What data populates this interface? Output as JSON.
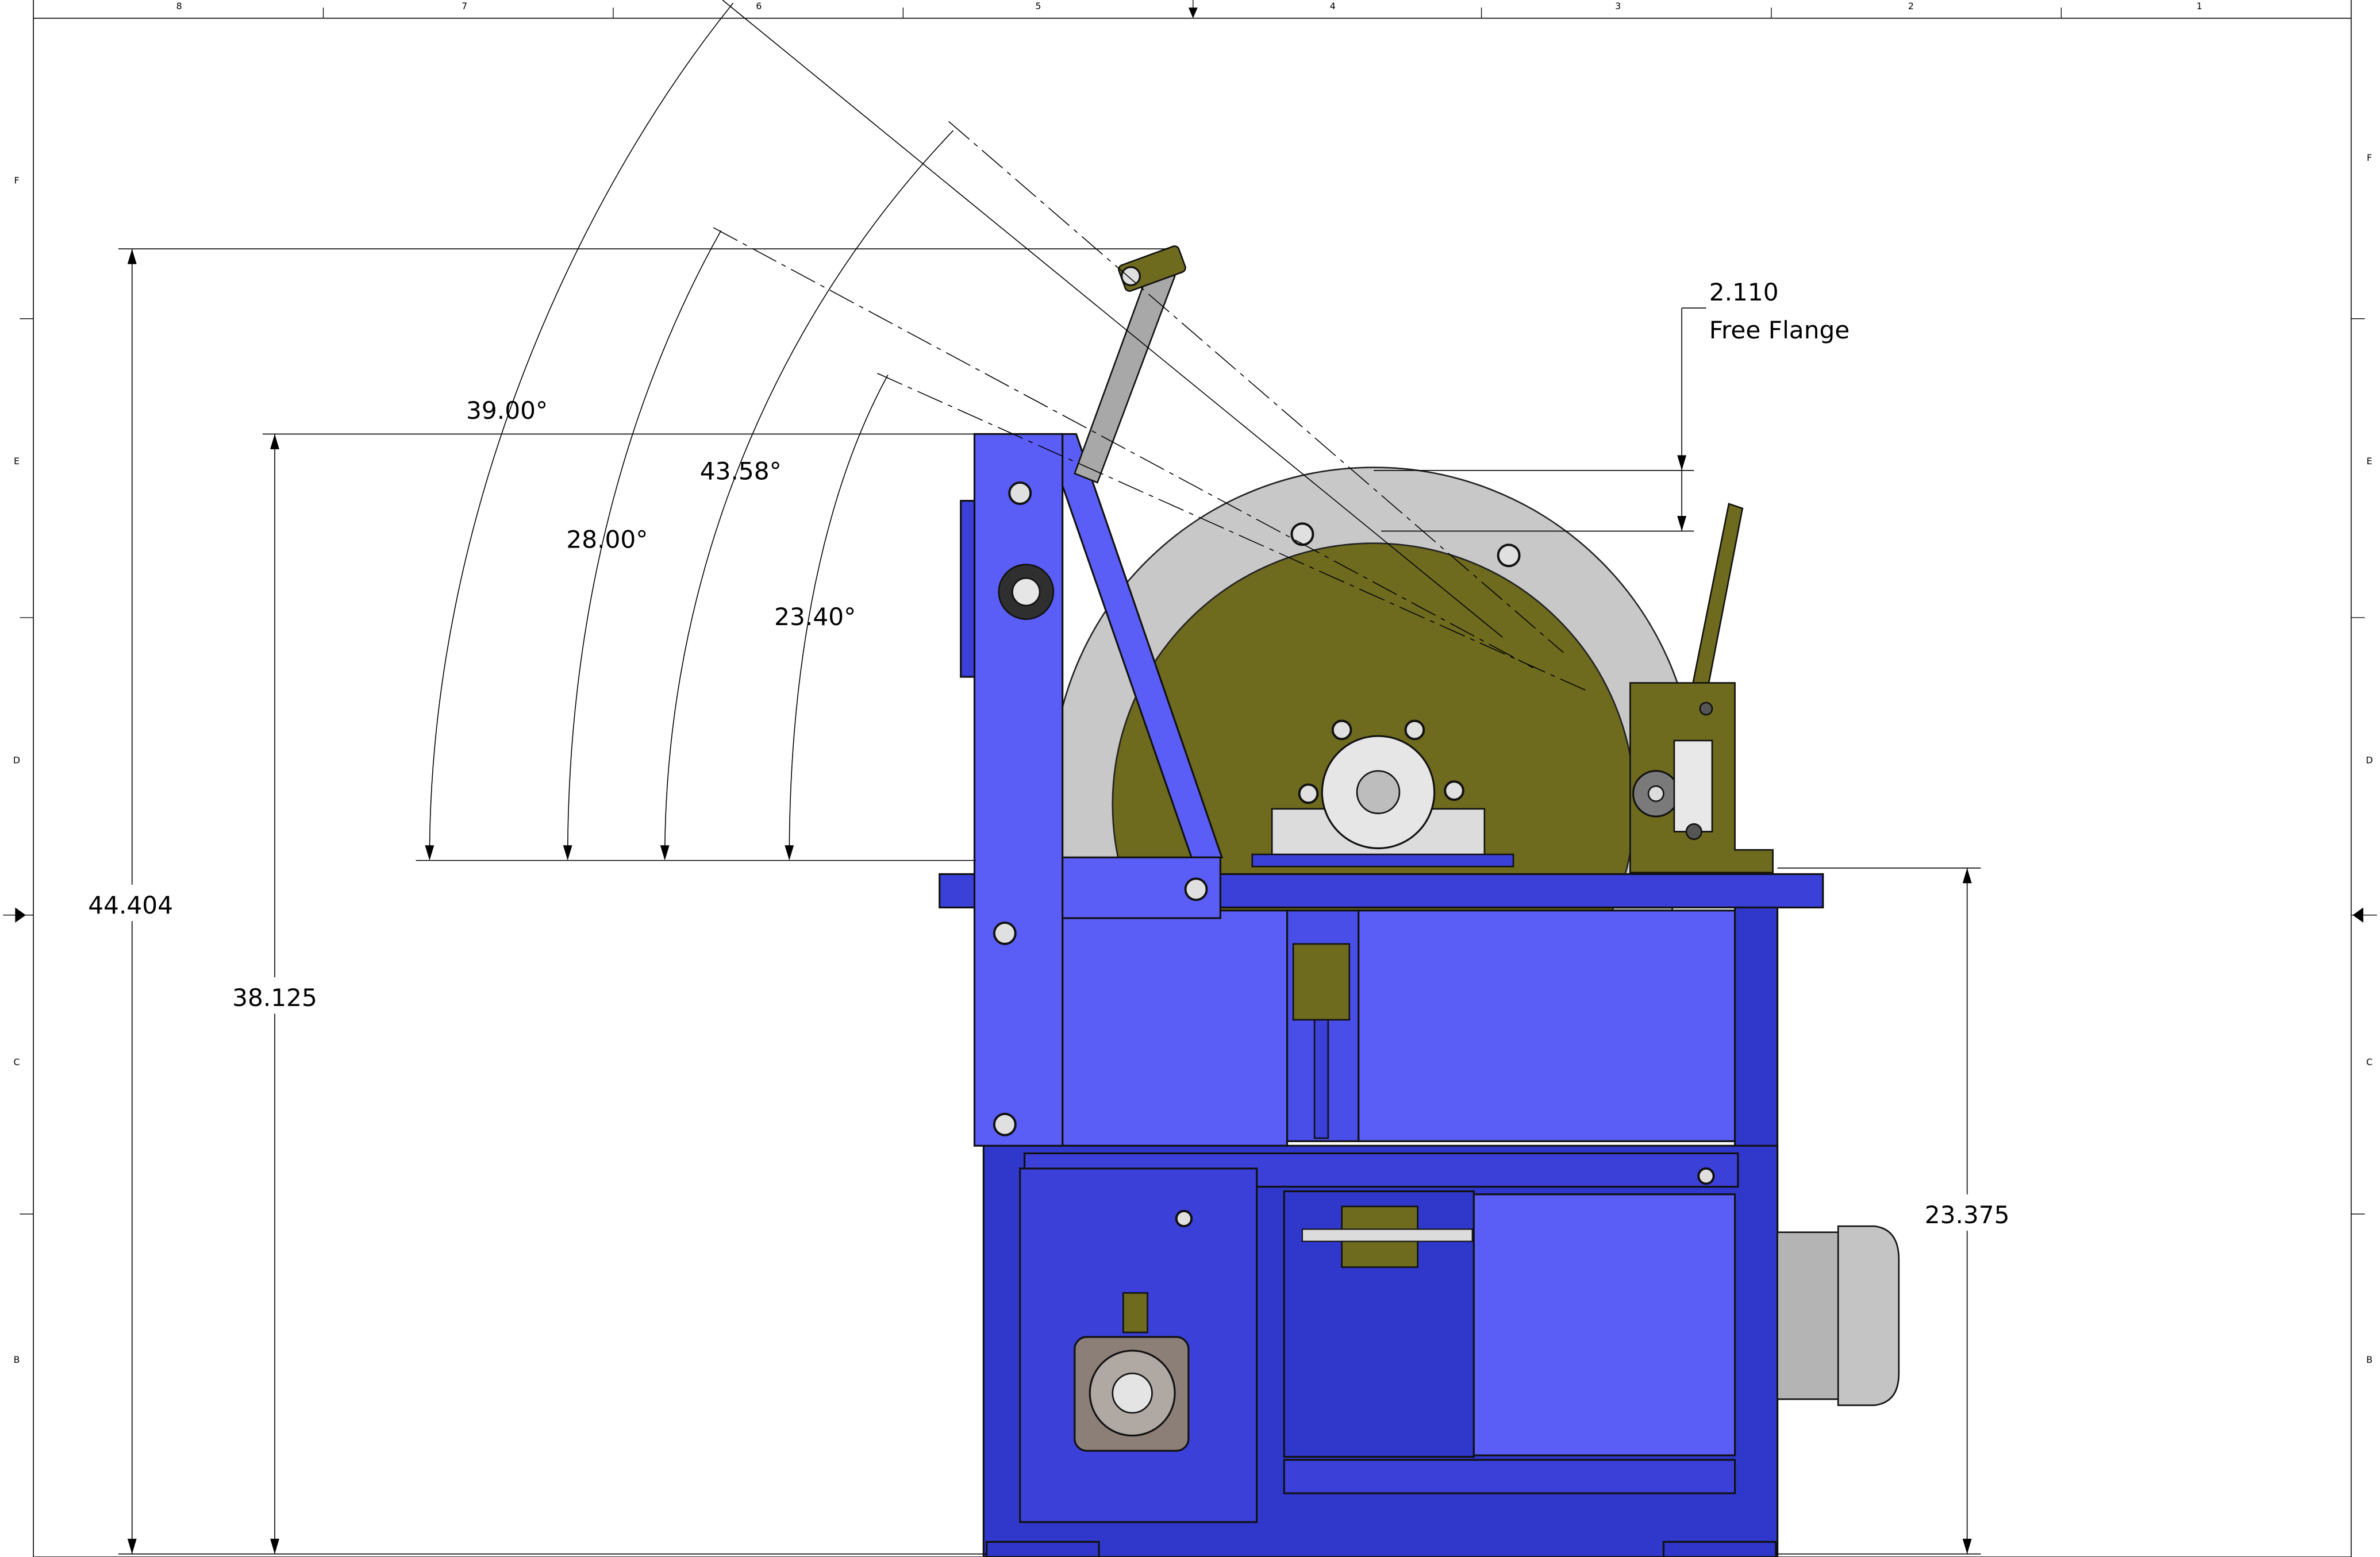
{
  "border": {
    "column_labels": [
      "8",
      "7",
      "6",
      "5",
      "4",
      "3",
      "2",
      "1"
    ],
    "row_labels_left": [
      "F",
      "E",
      "D",
      "C",
      "B"
    ],
    "row_labels_right": [
      "F",
      "E",
      "D",
      "C",
      "B"
    ]
  },
  "dimensions": {
    "angle_1": "39.00°",
    "angle_2": "43.58°",
    "angle_3": "28.00°",
    "angle_4": "23.40°",
    "overall_height": "44.404",
    "frame_height": "38.125",
    "table_height": "23.375",
    "flange_value": "2.110",
    "flange_label": "Free Flange"
  },
  "colors": {
    "frame_blue": "#5a5ef6",
    "frame_dark": "#2f36c9",
    "drum_olive": "#6e6a1e",
    "drum_rim": "#c8c8c8",
    "motor_grey": "#b4b4b4"
  }
}
